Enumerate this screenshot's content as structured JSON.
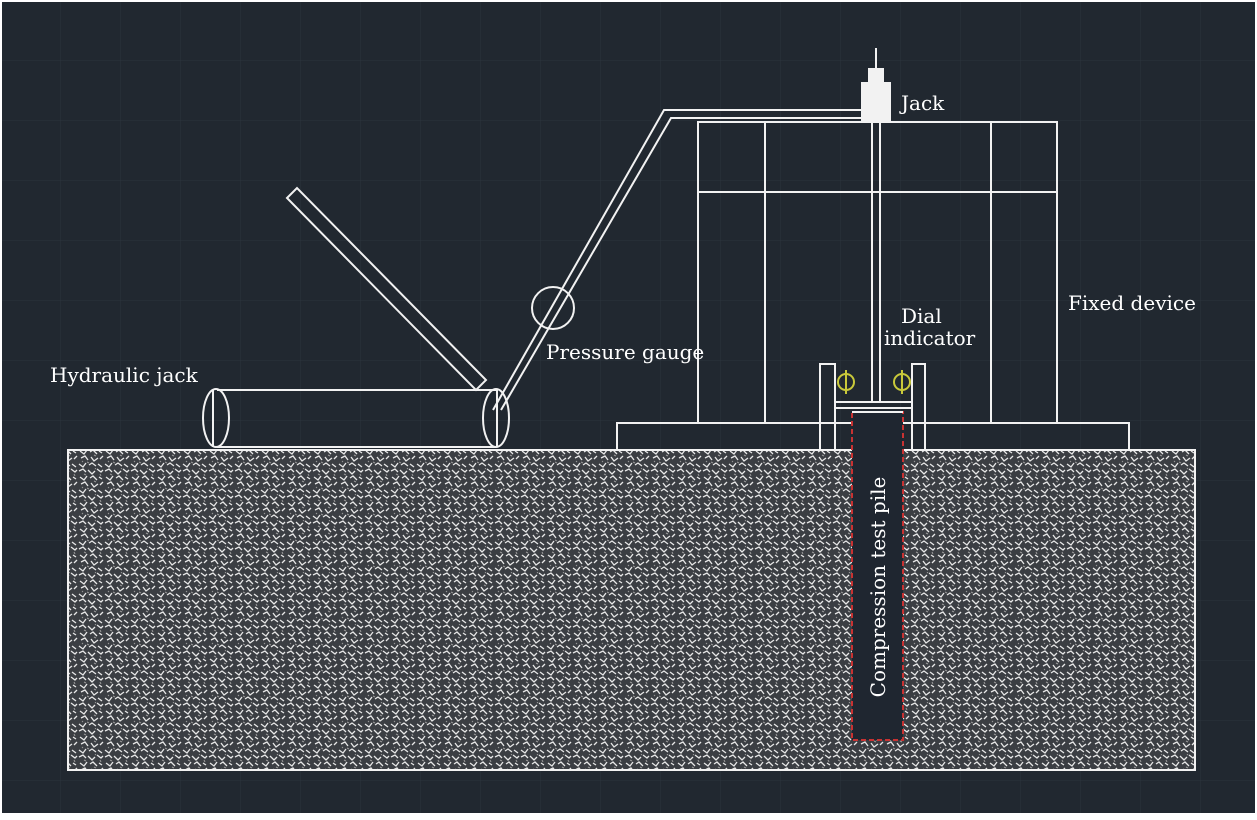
{
  "labels": {
    "jack": "Jack",
    "hydraulic_jack": "Hydraulic jack",
    "pressure_gauge": "Pressure gauge",
    "dial_line1": "Dial",
    "dial_line2": "indicator",
    "fixed_device": "Fixed device",
    "pile": "Compression test pile"
  },
  "colors": {
    "background": "#212830",
    "line": "#f2f2f2",
    "soil": "#3a3d42",
    "pile_outline": "#c83232",
    "dial_indicator": "#c9c93a",
    "pile_fill": "#1f2630"
  }
}
